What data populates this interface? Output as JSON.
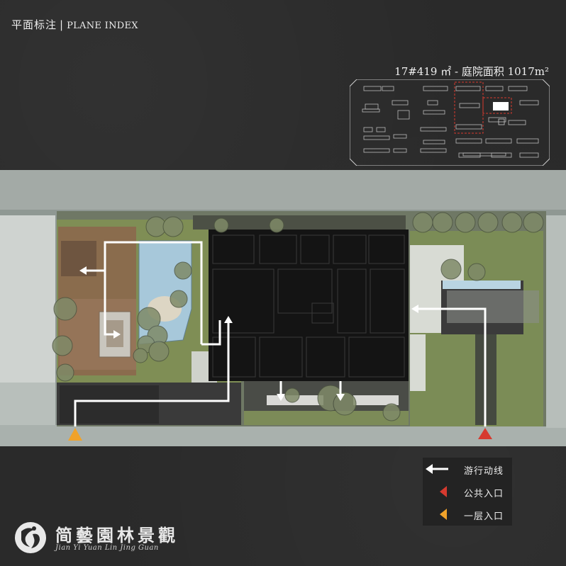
{
  "header": {
    "title_cn": "平面标注",
    "separator": "|",
    "title_en": "PLANE INDEX"
  },
  "index_map": {
    "caption": "17#419 ㎡ - 庭院面积 1017m²"
  },
  "legend": {
    "items": [
      {
        "label": "游行动线",
        "icon": "white-arrow-icon"
      },
      {
        "label": "公共入口",
        "icon": "red-triangle-icon",
        "color": "#d63a2f"
      },
      {
        "label": "一层入口",
        "icon": "orange-triangle-icon",
        "color": "#f0a22a"
      }
    ]
  },
  "logo": {
    "name_cn": "简藝園林景觀",
    "name_en": "Jian Yi Yuan Lin Jing Guan"
  },
  "colors": {
    "background": "#2a2a2a",
    "lawn": "#7a8a5a",
    "pool": "#9cc3d8",
    "deck": "#8a6a4a",
    "building": "#151515",
    "route": "#ffffff",
    "public_entrance": "#d63a2f",
    "first_floor_entrance": "#f0a22a"
  }
}
